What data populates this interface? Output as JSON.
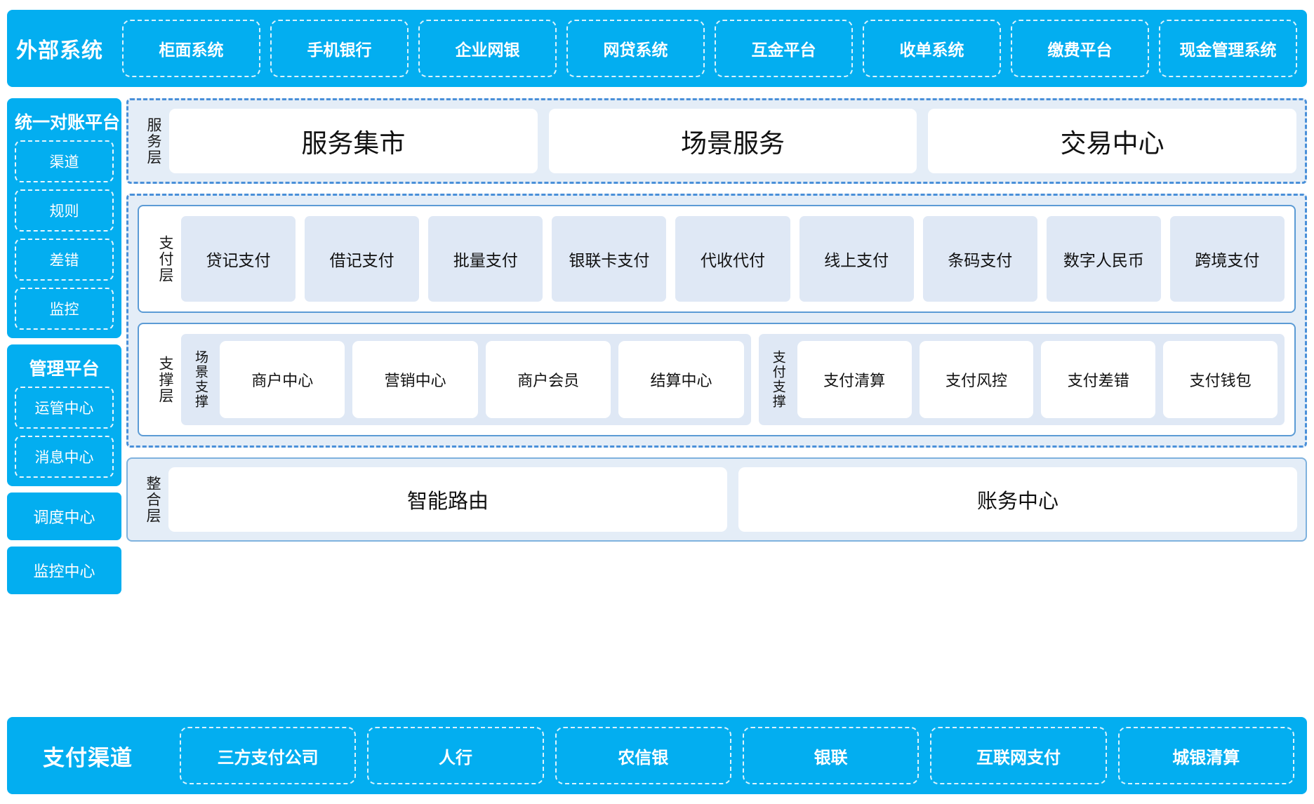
{
  "external": {
    "title": "外部系统",
    "items": [
      "柜面系统",
      "手机银行",
      "企业网银",
      "网贷系统",
      "互金平台",
      "收单系统",
      "缴费平台",
      "现金管理系统"
    ]
  },
  "sidebar": {
    "reconcile": {
      "title": "统一对账平台",
      "items": [
        "渠道",
        "规则",
        "差错",
        "监控"
      ]
    },
    "manage": {
      "title": "管理平台",
      "items": [
        "运管中心",
        "消息中心"
      ]
    },
    "scheduler": "调度中心",
    "monitor": "监控中心"
  },
  "service_layer": {
    "label": "服务层",
    "cards": [
      "服务集市",
      "场景服务",
      "交易中心"
    ]
  },
  "payment_layer": {
    "label": "支付层",
    "cards": [
      "贷记支付",
      "借记支付",
      "批量支付",
      "银联卡支付",
      "代收代付",
      "线上支付",
      "条码支付",
      "数字人民币",
      "跨境支付"
    ]
  },
  "support_layer": {
    "label": "支撑层",
    "groups": [
      {
        "label": "场景支撑",
        "cards": [
          "商户中心",
          "营销中心",
          "商户会员",
          "结算中心"
        ]
      },
      {
        "label": "支付支撑",
        "cards": [
          "支付清算",
          "支付风控",
          "支付差错",
          "支付钱包"
        ]
      }
    ]
  },
  "integration_layer": {
    "label": "整合层",
    "cards": [
      "智能路由",
      "账务中心"
    ]
  },
  "channels": {
    "title": "支付渠道",
    "items": [
      "三方支付公司",
      "人行",
      "农信银",
      "银联",
      "互联网支付",
      "城银清算"
    ]
  },
  "colors": {
    "brand_blue": "#03AEF0",
    "panel_blue": "#e4edf7",
    "card_blue": "#dfe8f5",
    "border_blue": "#5b9bd5",
    "dash_blue": "#4a90d9"
  }
}
